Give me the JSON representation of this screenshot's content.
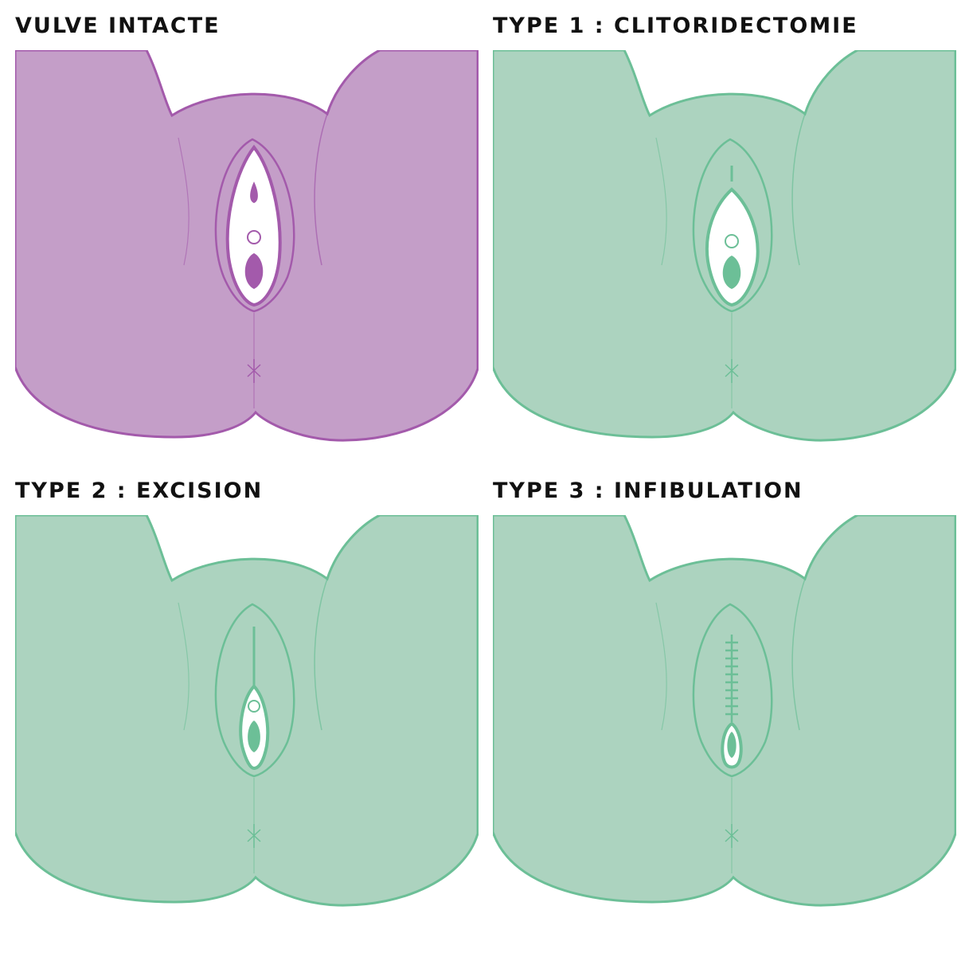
{
  "panels": [
    {
      "title": "VULVE INTACTE",
      "variant": "intact",
      "fill": "#c49ec8",
      "line": "#a35aab"
    },
    {
      "title": "TYPE 1 : CLITORIDECTOMIE",
      "variant": "type1",
      "fill": "#acd3bf",
      "line": "#6cbf97"
    },
    {
      "title": "TYPE 2 : EXCISION",
      "variant": "type2",
      "fill": "#acd3bf",
      "line": "#6cbf97"
    },
    {
      "title": "TYPE 3 : INFIBULATION",
      "variant": "type3",
      "fill": "#acd3bf",
      "line": "#6cbf97"
    }
  ]
}
